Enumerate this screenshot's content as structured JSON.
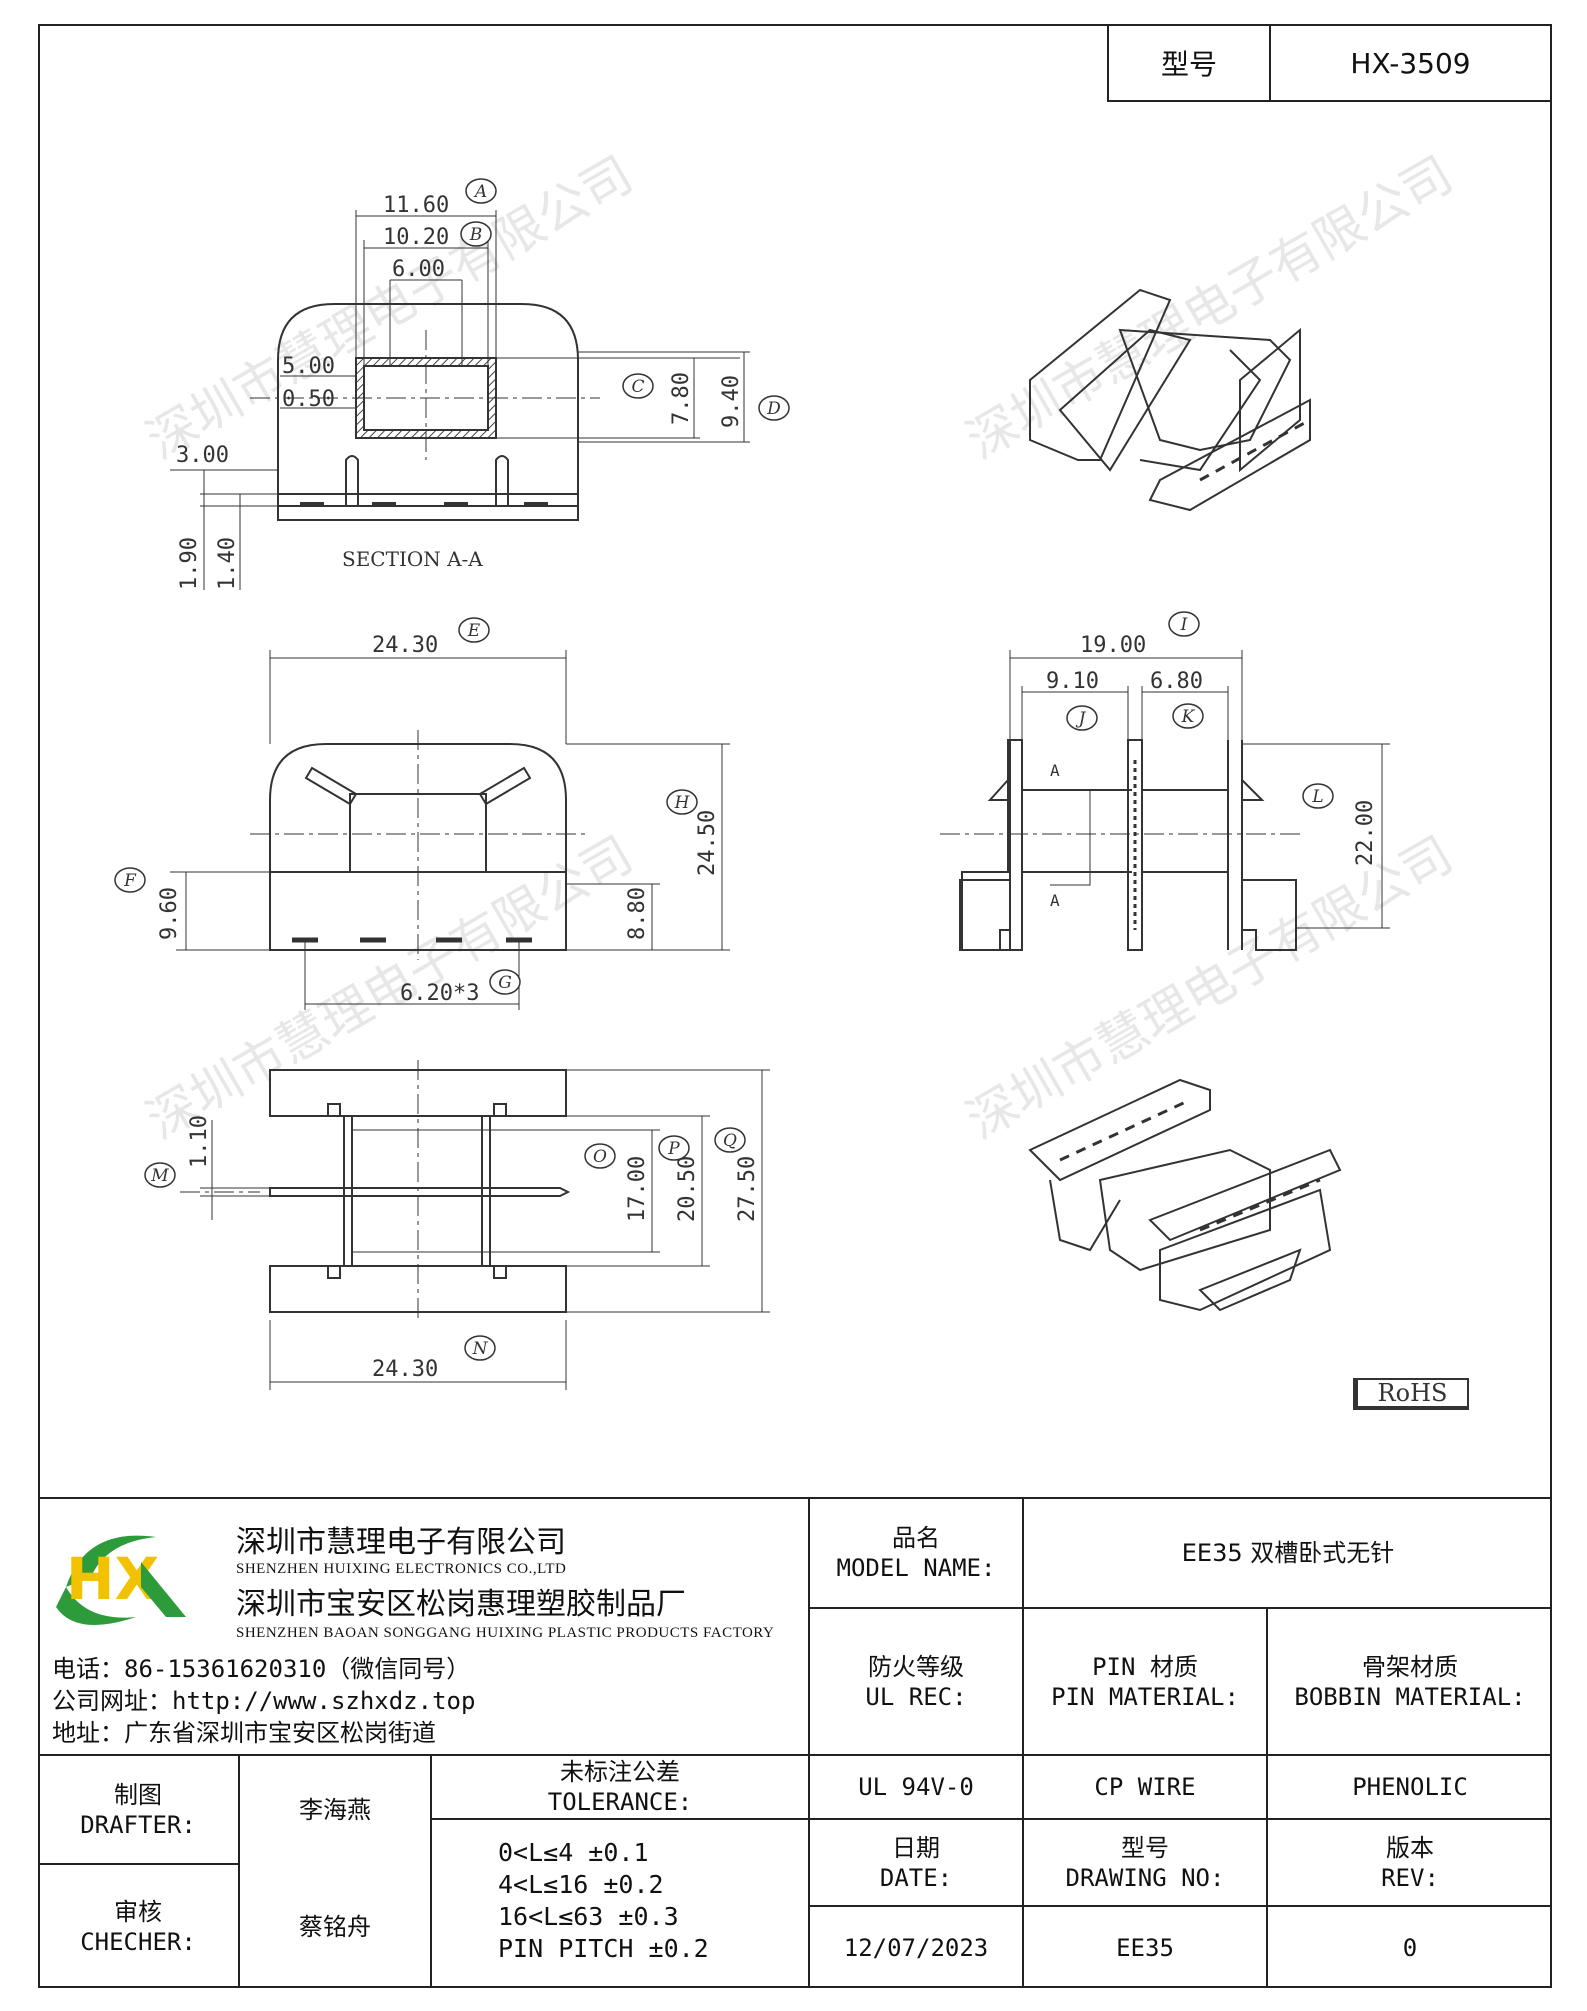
{
  "model_box": {
    "label": "型号",
    "value": "HX-3509"
  },
  "drawing": {
    "top_section": {
      "dims": [
        "11.60",
        "10.20",
        "6.00",
        "5.00",
        "0.50",
        "7.80",
        "9.40",
        "3.00",
        "1.90",
        "1.40"
      ],
      "markers": [
        "A",
        "B",
        "C",
        "D"
      ],
      "caption": "SECTION A-A"
    },
    "front_view": {
      "dims": [
        "24.30",
        "24.50",
        "9.60",
        "8.80",
        "6.20*3"
      ],
      "markers": [
        "E",
        "H",
        "F",
        "G"
      ]
    },
    "side_view": {
      "dims": [
        "19.00",
        "9.10",
        "6.80",
        "22.00"
      ],
      "markers": [
        "I",
        "J",
        "K",
        "L"
      ],
      "section_letters": [
        "A",
        "A"
      ]
    },
    "bottom_view": {
      "dims": [
        "1.10",
        "17.00",
        "20.50",
        "27.50",
        "24.30"
      ],
      "markers": [
        "M",
        "O",
        "P",
        "Q",
        "N"
      ]
    },
    "watermark": "深圳市慧理电子有限公司",
    "rohs": "RoHS"
  },
  "title_block": {
    "company": {
      "logo_text": "HX",
      "name_cn": "深圳市慧理电子有限公司",
      "name_en": "SHENZHEN HUIXING ELECTRONICS CO.,LTD",
      "factory_cn": "深圳市宝安区松岗惠理塑胶制品厂",
      "factory_en": "SHENZHEN BAOAN SONGGANG HUIXING PLASTIC PRODUCTS FACTORY",
      "phone": "电话：86-15361620310（微信同号）",
      "website": "公司网址：http://www.szhxdz.top",
      "address": "地址：广东省深圳市宝安区松岗街道"
    },
    "model_name": {
      "label_cn": "品名",
      "label_en": "MODEL NAME:",
      "value": "EE35 双槽卧式无针"
    },
    "ul_rec": {
      "label_cn": "防火等级",
      "label_en": "UL REC:",
      "value": "UL 94V-0"
    },
    "pin_material": {
      "label_cn": "PIN 材质",
      "label_en": "PIN MATERIAL:",
      "value": "CP WIRE"
    },
    "bobbin_material": {
      "label_cn": "骨架材质",
      "label_en": "BOBBIN MATERIAL:",
      "value": "PHENOLIC"
    },
    "drafter": {
      "label_cn": "制图",
      "label_en": "DRAFTER:",
      "value": "李海燕"
    },
    "checker": {
      "label_cn": "审核",
      "label_en": "CHECHER:",
      "value": "蔡铭舟"
    },
    "tolerance": {
      "label_cn": "未标注公差",
      "label_en": "TOLERANCE:",
      "rows": [
        "0<L≤4  ±0.1",
        "4<L≤16  ±0.2",
        "16<L≤63  ±0.3",
        "PIN PITCH  ±0.2"
      ]
    },
    "date": {
      "label_cn": "日期",
      "label_en": "DATE:",
      "value": "12/07/2023"
    },
    "drawing_no": {
      "label_cn": "型号",
      "label_en": "DRAWING NO:",
      "value": "EE35"
    },
    "rev": {
      "label_cn": "版本",
      "label_en": "REV:",
      "value": "0"
    }
  }
}
